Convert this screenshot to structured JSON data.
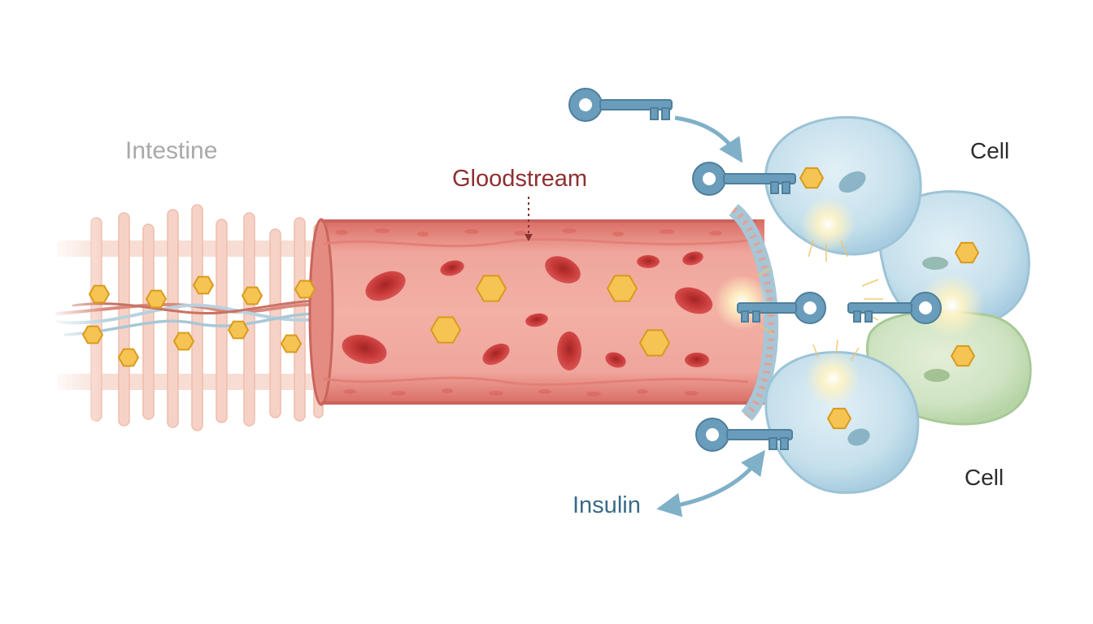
{
  "labels": {
    "intestine": "Intestine",
    "bloodstream": "Gloodstream",
    "cell_top": "Cell",
    "cell_bottom": "Cell",
    "insulin": "Insulin"
  },
  "colors": {
    "glucose": "#f6c453",
    "glucose_stroke": "#d99a1c",
    "vessel": "#e9938a",
    "red_blood_cell": "#c83a3a",
    "insulin_key": "#6a9dbb",
    "cell_blue": "#bcd9e6",
    "cell_green": "#cfe3c2",
    "intestine_villi": "#f3c9bb"
  },
  "icons": [
    "glucose-hexagon-icon",
    "insulin-key-icon",
    "red-blood-cell-icon",
    "arrow-icon"
  ]
}
